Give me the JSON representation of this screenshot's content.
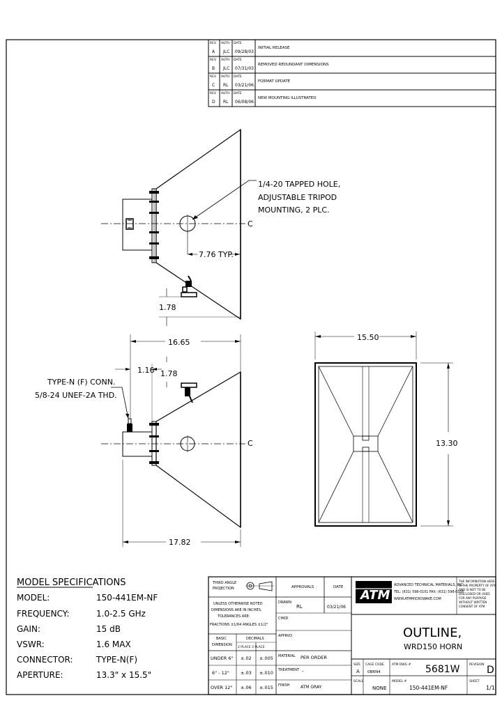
{
  "revisions": {
    "headers": {
      "rev": "REV",
      "auth": "AUTH",
      "date": "DATE"
    },
    "rows": [
      {
        "rev": "A",
        "auth": "JLC",
        "date": "09/28/03",
        "desc": "INITIAL RELEASE"
      },
      {
        "rev": "B",
        "auth": "JLC",
        "date": "07/31/03",
        "desc": "REMOVED REDUNDANT DIMENSIONS"
      },
      {
        "rev": "C",
        "auth": "RL",
        "date": "03/21/06",
        "desc": "FORMAT UPDATE"
      },
      {
        "rev": "D",
        "auth": "RL",
        "date": "06/08/06",
        "desc": "NEW MOUNTING ILLUSTRATED"
      }
    ]
  },
  "annotations": {
    "tapped_hole": [
      "1/4-20 TAPPED HOLE,",
      "ADJUSTABLE TRIPOD",
      "MOUNTING, 2 PLC."
    ],
    "typ": "7.76 TYP.",
    "dim_178_top": "1.78",
    "dim_1665": "16.65",
    "dim_116": "1.16",
    "dim_178_mid": "1.78",
    "connector": [
      "TYPE-N (F) CONN.",
      "5/8-24 UNEF-2A THD."
    ],
    "dim_1782": "17.82",
    "dim_1550": "15.50",
    "dim_1330": "13.30",
    "centerline": "C"
  },
  "specs": {
    "title": "MODEL SPECIFICATIONS",
    "rows": [
      {
        "label": "MODEL:",
        "value": "150-441EM-NF"
      },
      {
        "label": "FREQUENCY:",
        "value": "1.0-2.5 GHz"
      },
      {
        "label": "GAIN:",
        "value": "15 dB"
      },
      {
        "label": "VSWR:",
        "value": "1.6 MAX"
      },
      {
        "label": "CONNECTOR:",
        "value": "TYPE-N(F)"
      },
      {
        "label": "APERTURE:",
        "value": "13.3\" x 15.5\""
      }
    ]
  },
  "titleblock": {
    "third_angle": [
      "THIRD ANGLE",
      "PROJECTION"
    ],
    "approvals": "APPROVALS",
    "date_hdr": "DATE",
    "notes": [
      "UNLESS OTHERWISE NOTED",
      "DIMENSIONS ARE IN INCHES,",
      "TOLERANCES ARE:",
      "FRACTIONS ±1/64 ANGLES ±1/2°"
    ],
    "basic_dim": [
      "BASIC",
      "DIMENSION"
    ],
    "decimals": [
      "DECIMALS",
      "2 PLACE  3 PLACE"
    ],
    "tol_rows": [
      {
        "range": "UNDER 6\"",
        "p2": "±.02",
        "p3": "±.005"
      },
      {
        "range": "6\" - 12\"",
        "p2": "±.03",
        "p3": "±.010"
      },
      {
        "range": "OVER 12\"",
        "p2": "±.06",
        "p3": "±.015"
      }
    ],
    "drawn_lbl": "DRAWN",
    "drawn_by": "RL",
    "drawn_date": "03/21/06",
    "chkd_lbl": "CHKD",
    "apprvd_lbl": "APPRVD",
    "material_lbl": "MATERIAL",
    "material": "PER ORDER",
    "treatment_lbl": "TREATMENT",
    "treatment": "-",
    "finish_lbl": "FINISH",
    "finish": "ATM GRAY",
    "company": "ADVANCED TECHNICAL MATERIALS, INC.",
    "phone": "TEL: (631) 598-0101   FAX: (631) 598-0356",
    "web": "WWW.ATMMICROWAVE.COM",
    "logo": "ATM",
    "proprietary": [
      "THE INFORMATION HERE",
      "IS THE PROPERTY OF ATM",
      "AND IS NOT TO BE",
      "DISCLOSED OR USED",
      "FOR ANY PURPOSE",
      "WITHOUT WRITTEN",
      "CONSENT OF ATM"
    ],
    "title": "OUTLINE,",
    "subtitle": "WRD150  HORN",
    "size_lbl": "SIZE",
    "size": "A",
    "cage_lbl": "CAGE CODE",
    "cage": "0BRN4",
    "atm_dwg_lbl": "ATM DWG #",
    "dwg_no": "5681W",
    "revision_lbl": "REVISION",
    "revision": "D",
    "scale_lbl": "SCALE",
    "scale": "NONE",
    "model_lbl": "MODEL #",
    "model": "150-441EM-NF",
    "sheet_lbl": "SHEET",
    "sheet": "1/1"
  }
}
